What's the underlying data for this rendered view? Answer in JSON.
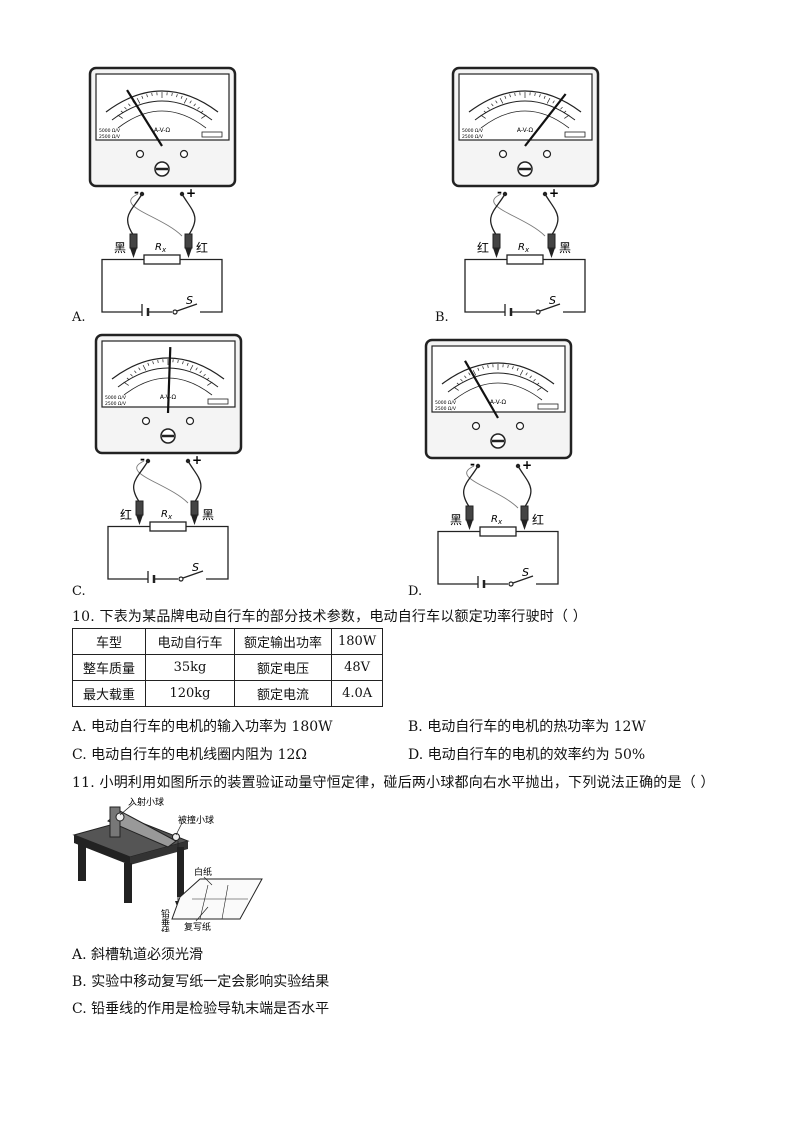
{
  "figures": [
    {
      "label": "A.",
      "left_lead": "黑",
      "right_lead": "红",
      "resistor": "Rx",
      "switch": "S",
      "needle_angle": -32
    },
    {
      "label": "B.",
      "left_lead": "红",
      "right_lead": "黑",
      "resistor": "Rx",
      "switch": "S",
      "needle_angle": 38
    },
    {
      "label": "C.",
      "left_lead": "红",
      "right_lead": "黑",
      "resistor": "Rx",
      "switch": "S",
      "needle_angle": 2
    },
    {
      "label": "D.",
      "left_lead": "黑",
      "right_lead": "红",
      "resistor": "Rx",
      "switch": "S",
      "needle_angle": -30
    }
  ],
  "meter": {
    "scale_text": "A-V-Ω",
    "sub1": "5000 Ω/V",
    "sub2": "2500 Ω/V",
    "minus": "-",
    "plus": "+"
  },
  "q10": {
    "text": "10. 下表为某品牌电动自行车的部分技术参数，电动自行车以额定功率行驶时（      ）",
    "table": [
      [
        "车型",
        "电动自行车",
        "额定输出功率",
        "180W"
      ],
      [
        "整车质量",
        "35kg",
        "额定电压",
        "48V"
      ],
      [
        "最大载重",
        "120kg",
        "额定电流",
        "4.0A"
      ]
    ],
    "choices": {
      "A": "A. 电动自行车的电机的输入功率为 180W",
      "B": "B. 电动自行车的电机的热功率为 12W",
      "C": "C. 电动自行车的电机线圈内阻为 12Ω",
      "D": "D. 电动自行车的电机的效率约为 50%"
    }
  },
  "q11": {
    "text": "11. 小明利用如图所示的装置验证动量守恒定律，碰后两小球都向右水平抛出，下列说法正确的是（      ）",
    "labels": {
      "ball1": "入射小球",
      "ball2": "被撞小球",
      "paper": "白纸",
      "line": "铅垂线",
      "carbon": "复写纸"
    },
    "choices": {
      "A": "A. 斜槽轨道必须光滑",
      "B": "B. 实验中移动复写纸一定会影响实验结果",
      "C": "C. 铅垂线的作用是检验导轨末端是否水平"
    }
  }
}
